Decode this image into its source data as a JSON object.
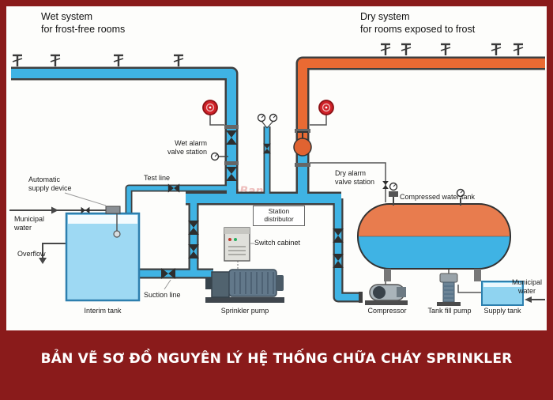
{
  "poster": {
    "title": "BẢN VẼ SƠ ĐỒ NGUYÊN LÝ HỆ THỐNG CHỮA CHÁY SPRINKLER"
  },
  "diagram": {
    "systems": {
      "wet": "Wet system\nfor frost-free rooms",
      "dry": "Dry system\nfor rooms exposed to frost"
    },
    "labels": {
      "wet_alarm": "Wet alarm\nvalve station",
      "dry_alarm": "Dry alarm\nvalve station",
      "test_line": "Test line",
      "automatic_supply": "Automatic\nsupply device",
      "municipal_water_left": "Municipal\nwater",
      "overflow": "Overflow",
      "station_distributor": "Station\ndistributor",
      "switch_cabinet": "Switch cabinet",
      "compressed_tank": "Compressed water tank",
      "interim_tank": "Interim tank",
      "suction_line": "Suction line",
      "sprinkler_pump": "Sprinkler pump",
      "compressor": "Compressor",
      "tank_fill_pump": "Tank fill pump",
      "supply_tank": "Supply tank",
      "municipal_water_right": "Municipal\nwater"
    },
    "watermark": "MuaBan",
    "colors": {
      "wet_pipe": "#3fb3e4",
      "dry_pipe": "#ea6a33",
      "alarm_bell": "#cf2128",
      "frame": "#8a1b1b"
    }
  }
}
